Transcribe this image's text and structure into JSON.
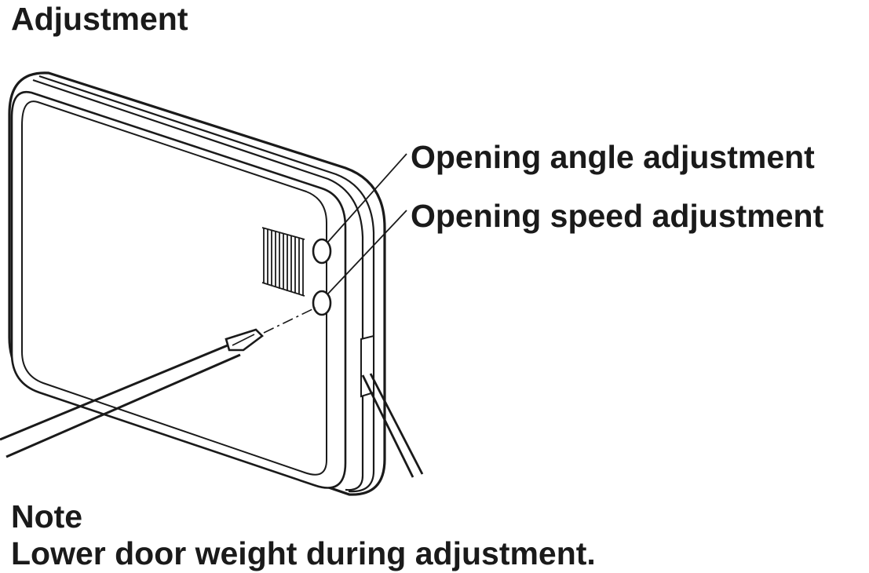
{
  "title": "Adjustment",
  "labels": {
    "opening_angle": "Opening angle adjustment",
    "opening_speed": "Opening speed adjustment"
  },
  "note": {
    "title": "Note",
    "text": "Lower door weight during adjustment."
  },
  "colors": {
    "line": "#1a1a1a",
    "background": "#ffffff"
  },
  "icons": {
    "device": "door-operator-unit",
    "tool": "screwdriver-icon",
    "cable": "cable-icon"
  }
}
